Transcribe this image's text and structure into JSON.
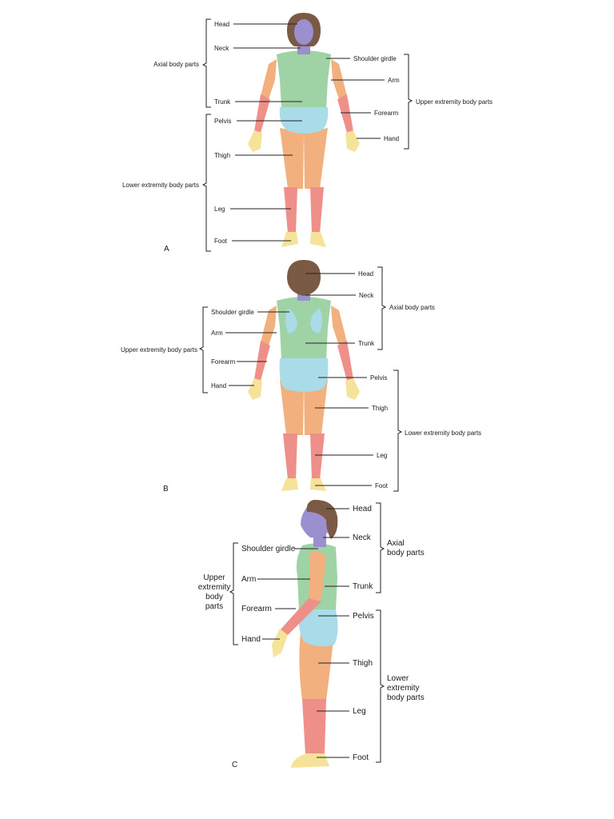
{
  "panels": {
    "a": {
      "letter": "A",
      "left_labels": [
        "Head",
        "Neck",
        "Trunk",
        "Pelvis",
        "Thigh",
        "Leg",
        "Foot"
      ],
      "right_labels": [
        "Shoulder girdle",
        "Arm",
        "Forearm",
        "Hand"
      ],
      "groups": {
        "axial": "Axial body parts",
        "lower": "Lower extremity body parts",
        "upper": "Upper extremity body parts"
      }
    },
    "b": {
      "letter": "B",
      "left_labels": [
        "Shoulder girdle",
        "Arm",
        "Forearm",
        "Hand"
      ],
      "right_labels": [
        "Head",
        "Neck",
        "Trunk",
        "Pelvis",
        "Thigh",
        "Leg",
        "Foot"
      ],
      "groups": {
        "upper": "Upper extremity body parts",
        "axial": "Axial body parts",
        "lower": "Lower extremity body parts"
      }
    },
    "c": {
      "letter": "C",
      "left_labels": [
        "Shoulder girdle",
        "Arm",
        "Forearm",
        "Hand"
      ],
      "right_labels": [
        "Head",
        "Neck",
        "Trunk",
        "Pelvis",
        "Thigh",
        "Leg",
        "Foot"
      ],
      "groups": {
        "upper": [
          "Upper",
          "extremity",
          "body",
          "parts"
        ],
        "axial": [
          "Axial",
          "body parts"
        ],
        "lower": [
          "Lower",
          "extremity",
          "body parts"
        ]
      }
    }
  },
  "colors": {
    "shoulder_trunk": "#9fd3a6",
    "pelvis": "#a9dbe8",
    "arm_thigh": "#f2b07e",
    "forearm_leg": "#ef8f8a",
    "hand_foot": "#f6e39a",
    "head": "#9b8fd0",
    "hair": "#7a5a45"
  }
}
